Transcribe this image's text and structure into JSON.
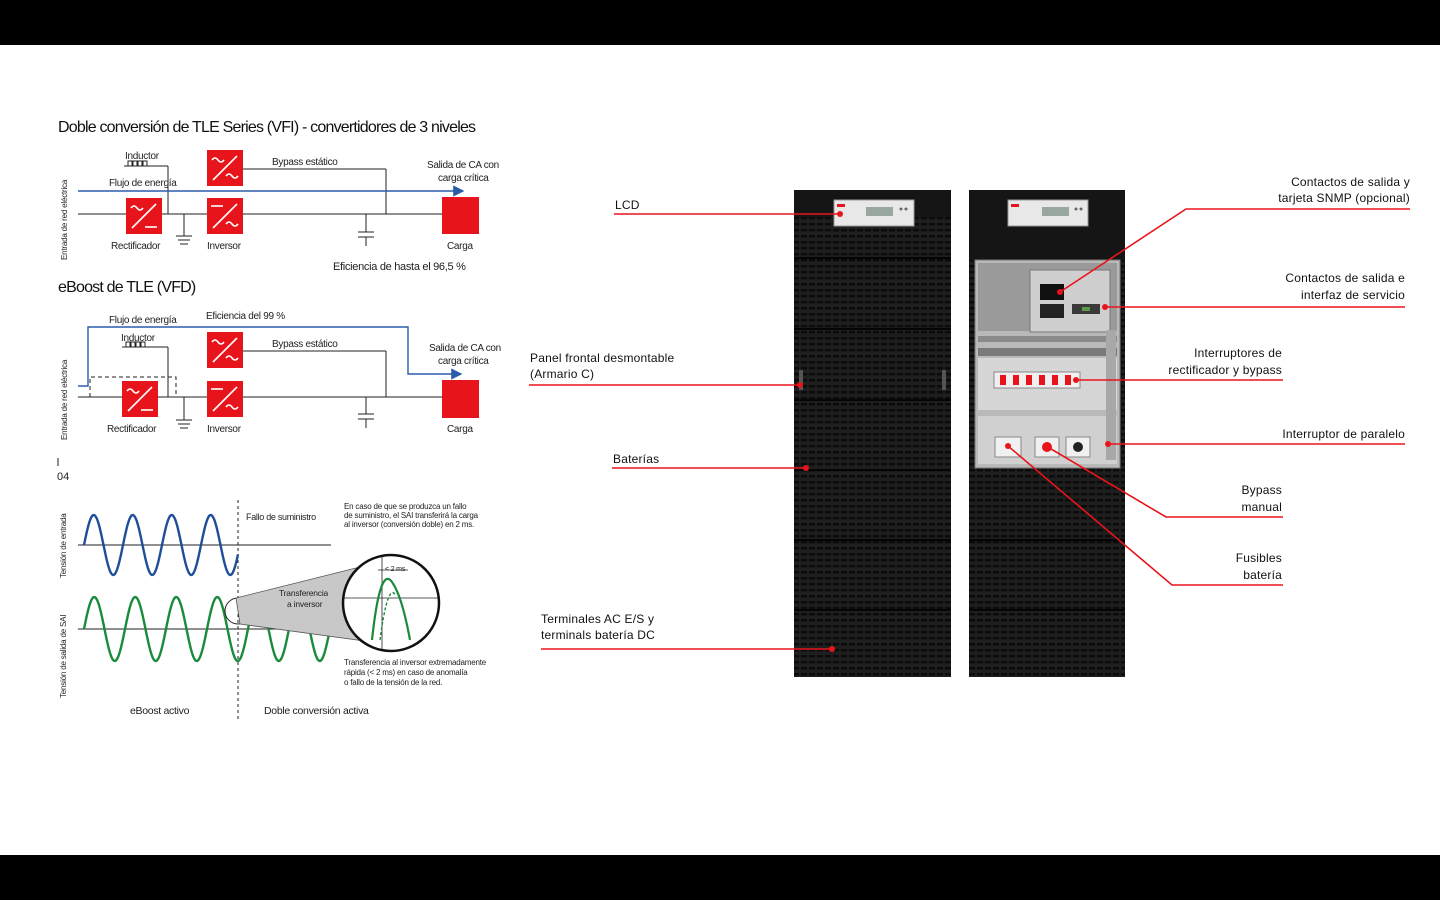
{
  "vfi": {
    "title": "Doble conversión de TLE Series (VFI) - convertidores de 3 niveles",
    "side_label": "Entrada de red eléctrica",
    "inductor": "Inductor",
    "flow": "Flujo de energía",
    "bypass": "Bypass estático",
    "output_1": "Salida de CA con",
    "output_2": "carga crítica",
    "rectifier": "Rectificador",
    "inverter": "Inversor",
    "load": "Carga",
    "efficiency": "Eficiencia de hasta el 96,5 %"
  },
  "vfd": {
    "title": "eBoost de TLE (VFD)",
    "side_label": "Entrada de red eléctrica",
    "flow": "Flujo de energía",
    "efficiency": "Eficiencia del 99 %",
    "inductor": "Inductor",
    "bypass": "Bypass estático",
    "output_1": "Salida de CA con",
    "output_2": "carga crítica",
    "rectifier": "Rectificador",
    "inverter": "Inversor",
    "load": "Carga"
  },
  "page_number": "04",
  "waveform": {
    "input_label": "Tensión de entrada",
    "output_label": "Tensión de salida de SAI",
    "failure": "Fallo de suministro",
    "note_top_1": "En caso de que se produzca un fallo",
    "note_top_2": "de suministro, el SAI transferirá la carga",
    "note_top_3": "al inversor (conversión doble) en 2 ms.",
    "transfer_1": "Transferencia",
    "transfer_2": "a inversor",
    "ms": "< 2 ms",
    "note_bottom_1": "Transferencia al inversor extremadamente",
    "note_bottom_2": "rápida (< 2 ms) en caso de anomalía",
    "note_bottom_3": "o fallo de la tensión de la red.",
    "eboost": "eBoost activo",
    "double": "Doble conversión activa"
  },
  "callouts": {
    "lcd": "LCD",
    "panel_1": "Panel frontal desmontable",
    "panel_2": "(Armario C)",
    "batteries": "Baterías",
    "terminals_1": "Terminales AC E/S y",
    "terminals_2": "terminals batería DC",
    "snmp_1": "Contactos de salida y",
    "snmp_2": "tarjeta SNMP (opcional)",
    "service_1": "Contactos de salida e",
    "service_2": "interfaz de servicio",
    "switches_1": "Interruptores de",
    "switches_2": "rectificador y bypass",
    "parallel": "Interruptor de paralelo",
    "bypass_1": "Bypass",
    "bypass_2": "manual",
    "fuses_1": "Fusibles",
    "fuses_2": "batería"
  },
  "colors": {
    "accent": "#ff0000",
    "flow": "#2a5caa",
    "input_wave": "#1f4e99",
    "output_wave": "#1a8a3c",
    "cabinet": "#1c1c1c"
  }
}
